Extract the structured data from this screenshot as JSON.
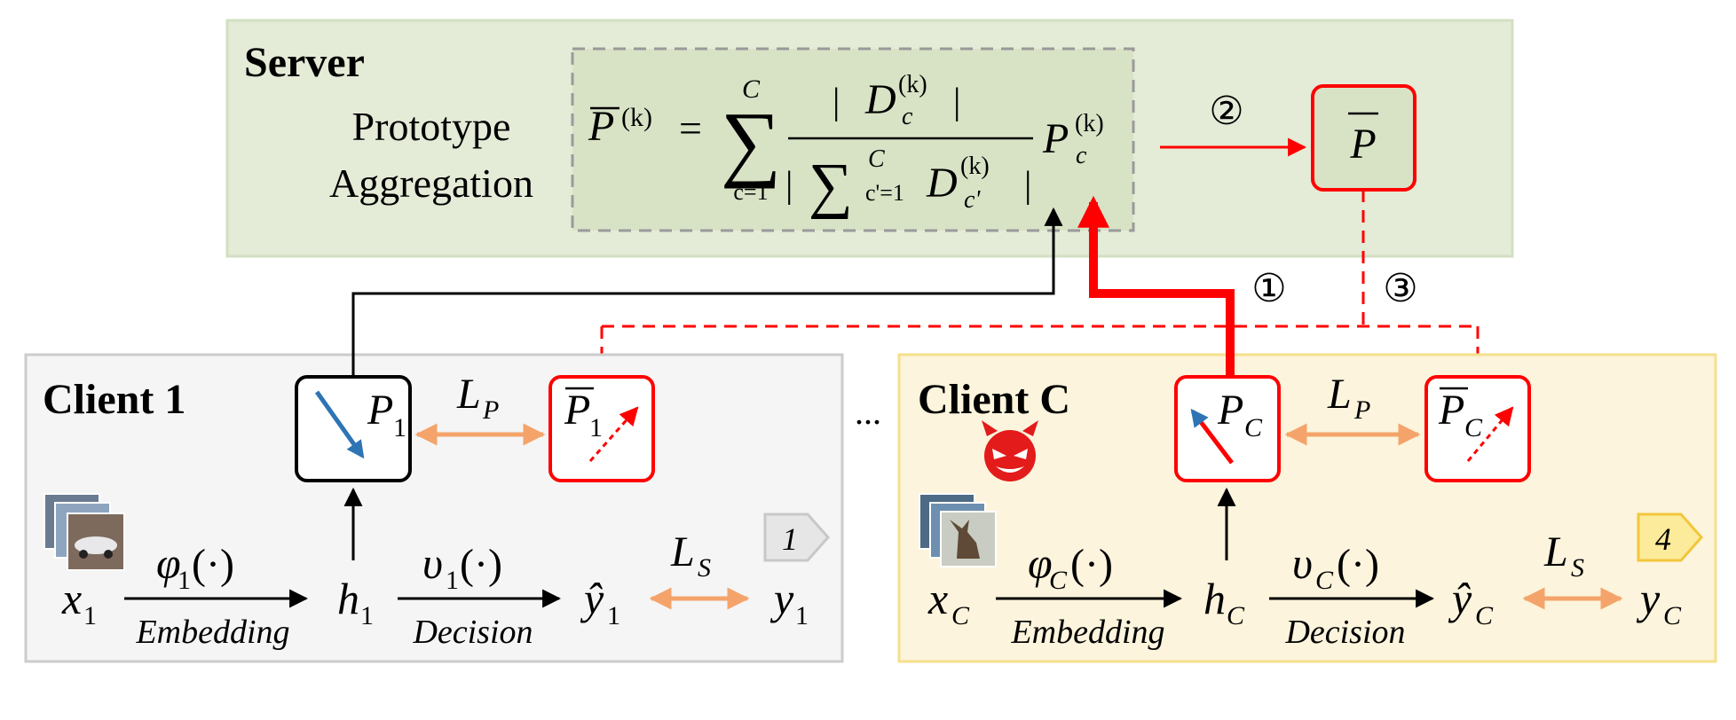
{
  "server": {
    "title": "Server",
    "label_line1": "Prototype",
    "label_line2": "Aggregation",
    "formula": {
      "lhs_symbol": "P",
      "lhs_sup": "(k)",
      "equals": "=",
      "sum_upper": "C",
      "sum_lower": "c=1",
      "num_bar_left": "|",
      "num_symbol": "D",
      "num_sub": "c",
      "num_sup": "(k)",
      "num_bar_right": "|",
      "den_bar_left": "|",
      "den_sum_upper": "C",
      "den_sum_lower": "c'=1",
      "den_symbol": "D",
      "den_sub": "c'",
      "den_sup": "(k)",
      "den_bar_right": "|",
      "rhs_symbol": "P",
      "rhs_sub": "c",
      "rhs_sup": "(k)"
    },
    "global_proto_symbol": "P"
  },
  "steps": {
    "step1": "①",
    "step2": "②",
    "step3": "③"
  },
  "ellipsis": "...",
  "clients": [
    {
      "title": "Client 1",
      "proto_symbol": "P",
      "proto_sub": "1",
      "global_symbol": "P",
      "global_sub": "1",
      "lp_symbol": "L",
      "lp_sub": "P",
      "ls_symbol": "L",
      "ls_sub": "S",
      "x_symbol": "x",
      "x_sub": "1",
      "phi_symbol": "φ",
      "phi_sub": "1",
      "phi_arg": "(·)",
      "embedding_label": "Embedding",
      "h_symbol": "h",
      "h_sub": "1",
      "nu_symbol": "υ",
      "nu_sub": "1",
      "nu_arg": "(·)",
      "decision_label": "Decision",
      "yhat_symbol": "ŷ",
      "yhat_sub": "1",
      "y_symbol": "y",
      "y_sub": "1",
      "tag": "1",
      "malicious": false
    },
    {
      "title": "Client C",
      "proto_symbol": "P",
      "proto_sub": "C",
      "global_symbol": "P",
      "global_sub": "C",
      "lp_symbol": "L",
      "lp_sub": "P",
      "ls_symbol": "L",
      "ls_sub": "S",
      "x_symbol": "x",
      "x_sub": "C",
      "phi_symbol": "φ",
      "phi_sub": "C",
      "phi_arg": "(·)",
      "embedding_label": "Embedding",
      "h_symbol": "h",
      "h_sub": "C",
      "nu_symbol": "υ",
      "nu_sub": "C",
      "nu_arg": "(·)",
      "decision_label": "Decision",
      "yhat_symbol": "ŷ",
      "yhat_sub": "C",
      "y_symbol": "y",
      "y_sub": "C",
      "tag": "4",
      "malicious": true
    }
  ],
  "colors": {
    "server_bg": "#e4ebd7",
    "server_border": "#d3dfc2",
    "formula_bg": "#d8e3c6",
    "formula_border": "#9a9a9a",
    "client1_bg": "#f5f5f5",
    "client1_border": "#cccccc",
    "clientC_bg": "#fcf4dc",
    "clientC_border": "#f6df8c",
    "red": "#ff0000",
    "blue": "#2e74b5",
    "orange": "#f4a46a",
    "black": "#000000",
    "tag1_bg": "#e6e6e6",
    "tag1_border": "#c8c8c8",
    "tag4_bg": "#fdeb9c",
    "tag4_border": "#f2c63c"
  }
}
